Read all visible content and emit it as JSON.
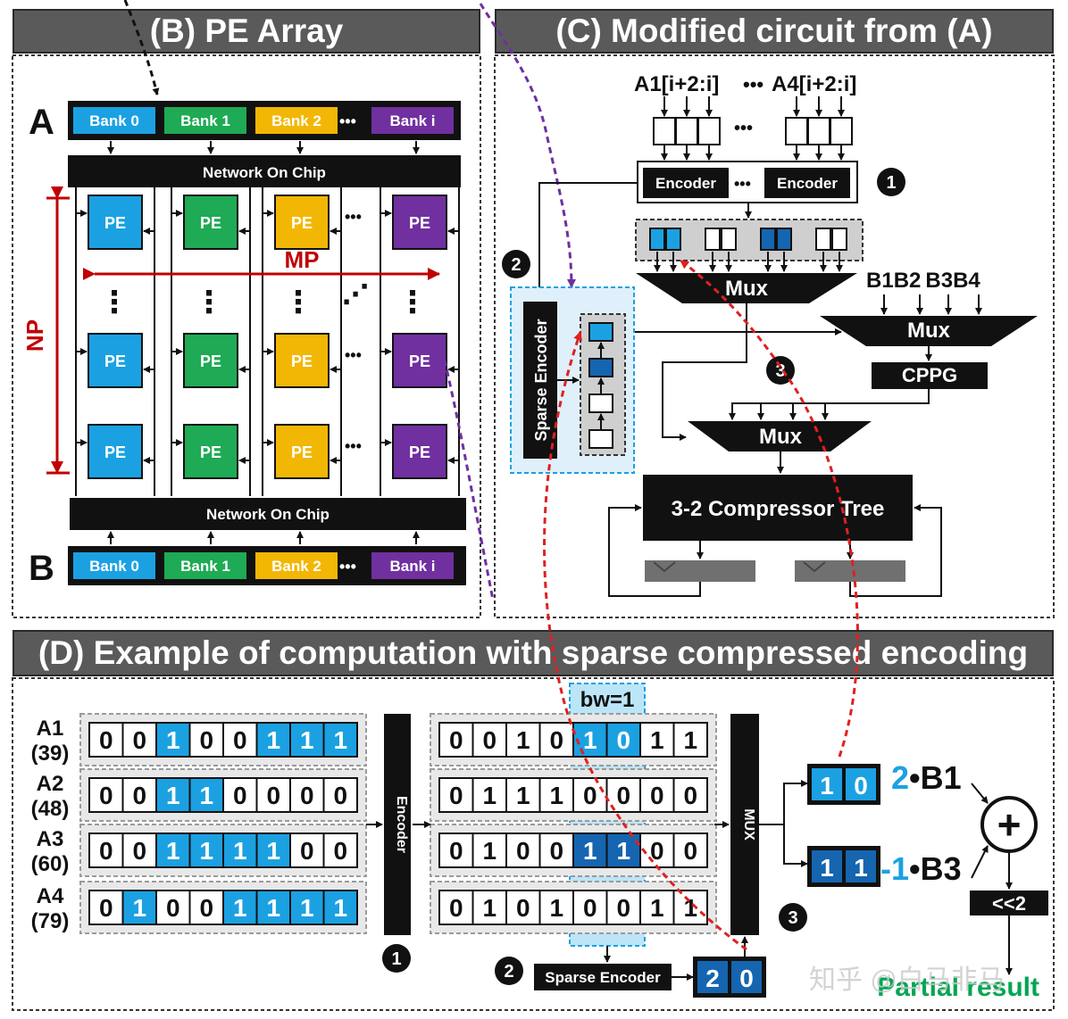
{
  "panels": {
    "b_title": "(B) PE Array",
    "c_title": "(C) Modified circuit from (A)",
    "d_title": "(D)  Example of computation with sparse compressed encoding"
  },
  "pe_array": {
    "row_a": "A",
    "row_b": "B",
    "banks": [
      {
        "label": "Bank 0",
        "color": "#1ba1e2"
      },
      {
        "label": "Bank 1",
        "color": "#1faa55"
      },
      {
        "label": "Bank 2",
        "color": "#f2b705"
      },
      {
        "label": "Bank i",
        "color": "#7030a0"
      }
    ],
    "ellipsis": "•••",
    "noc_top": "Network On Chip",
    "noc_bottom": "Network On Chip",
    "pe_label": "PE",
    "pe_colors": [
      "#1ba1e2",
      "#1faa55",
      "#f2b705",
      "#7030a0"
    ],
    "mp_label": "MP",
    "np_label": "NP",
    "vdots": "⋮",
    "ddots": "⋰",
    "hdots": "•••"
  },
  "circuit": {
    "input_left": "A1[i+2:i]",
    "input_right": "A4[i+2:i]",
    "input_dots": "•••",
    "encoder_label": "Encoder",
    "encoder_dots": "•••",
    "mux_label": "Mux",
    "b_inputs": [
      "B1",
      "B2",
      "B3",
      "B4"
    ],
    "cppg_label": "CPPG",
    "compressor_label": "3-2 Compressor Tree",
    "sparse_encoder_label": "Sparse Encoder",
    "step_badges": [
      "1",
      "2",
      "3"
    ]
  },
  "example": {
    "rows": [
      {
        "name": "A1",
        "value": "(39)",
        "input": "00100111",
        "input_hl": [
          2,
          5,
          6,
          7
        ],
        "encoded": "00101011",
        "enc_hl": [
          4,
          5
        ]
      },
      {
        "name": "A2",
        "value": "(48)",
        "input": "00110000",
        "input_hl": [
          2,
          3
        ],
        "encoded": "01110000",
        "enc_hl": []
      },
      {
        "name": "A3",
        "value": "(60)",
        "input": "00111100",
        "input_hl": [
          2,
          3,
          4,
          5
        ],
        "encoded": "01001100",
        "enc_hl": [
          4,
          5
        ]
      },
      {
        "name": "A4",
        "value": "(79)",
        "input": "01001111",
        "input_hl": [
          1,
          4,
          5,
          6,
          7
        ],
        "encoded": "01010011",
        "enc_hl": []
      }
    ],
    "encoder_label": "Encoder",
    "mux_label": "MUX",
    "bw_label": "bw=1",
    "sparse_encoder_label": "Sparse Encoder",
    "sparse_out": [
      "2",
      "0"
    ],
    "out_top": [
      "1",
      "0"
    ],
    "out_bottom": [
      "1",
      "1"
    ],
    "coef_top": "2",
    "coef_top_b": "•B1",
    "coef_bottom": "-1",
    "coef_bottom_b": "•B3",
    "plus": "+",
    "shift_label": "<<2",
    "result_label": "Partial result",
    "watermark": "知乎 @白马非马",
    "step_badges": [
      "1",
      "2",
      "3"
    ]
  },
  "colors": {
    "light_blue": "#1ba1e2",
    "dark_blue": "#1565b0",
    "black": "#111111",
    "accent_red": "#c00000",
    "dashed_red": "#e02020",
    "dashed_purple": "#7030a0",
    "result_green": "#00a651"
  }
}
